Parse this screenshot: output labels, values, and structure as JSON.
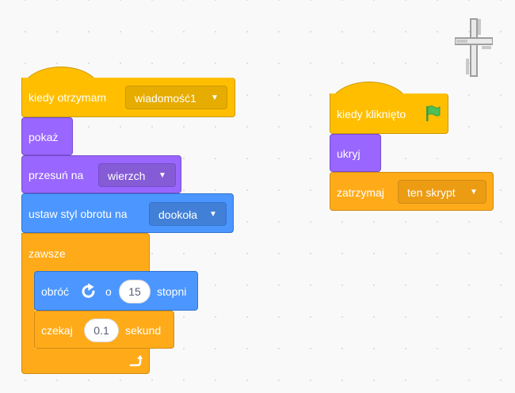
{
  "script1": {
    "when_receive": {
      "label": "kiedy otrzymam",
      "message": "wiadomość1"
    },
    "show": {
      "label": "pokaż"
    },
    "go_to_layer": {
      "label": "przesuń na",
      "value": "wierzch"
    },
    "rotation_style": {
      "label": "ustaw styl obrotu na",
      "value": "dookoła"
    },
    "forever": {
      "label": "zawsze"
    },
    "turn": {
      "label_before": "obróć",
      "label_mid": "o",
      "value": "15",
      "label_after": "stopni"
    },
    "wait": {
      "label_before": "czekaj",
      "value": "0.1",
      "label_after": "sekund"
    }
  },
  "script2": {
    "when_flag": {
      "label": "kiedy kliknięto"
    },
    "hide": {
      "label": "ukryj"
    },
    "stop": {
      "label": "zatrzymaj",
      "value": "ten skrypt"
    }
  },
  "icons": {
    "dropdown": "▼",
    "flag": "green-flag-icon",
    "rotate": "rotate-right-icon",
    "loop": "loop-arrow-icon",
    "cleanup": "cleanup-cross-icon"
  },
  "colors": {
    "events": "#ffbf00",
    "looks": "#9966ff",
    "motion": "#4c97ff",
    "control": "#ffab19"
  }
}
